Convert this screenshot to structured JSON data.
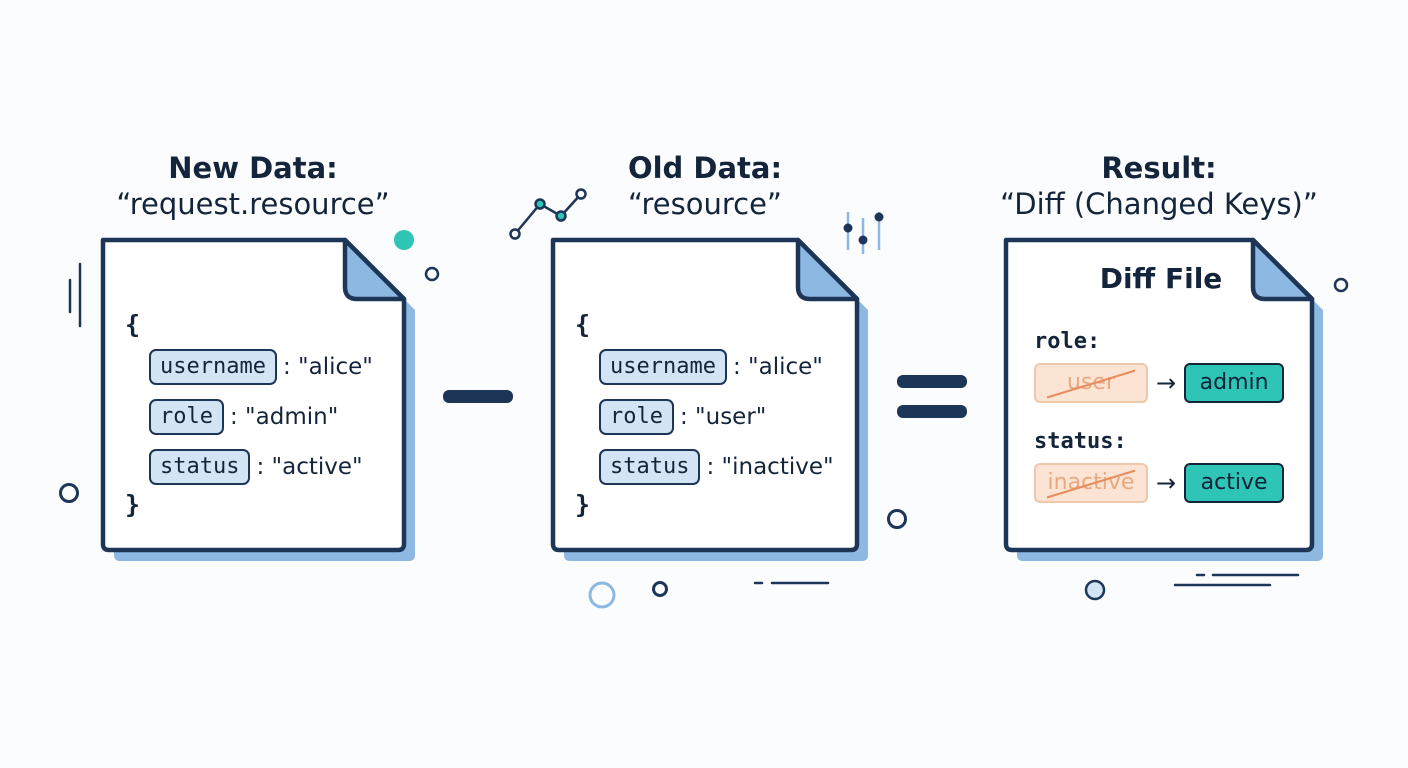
{
  "new_data": {
    "title": "New Data:",
    "subtitle": "“request.resource”",
    "open_brace": "{",
    "close_brace": "}",
    "fields": [
      {
        "key": "username",
        "value": ": \"alice\""
      },
      {
        "key": "role",
        "value": ": \"admin\""
      },
      {
        "key": "status",
        "value": ": \"active\""
      }
    ]
  },
  "old_data": {
    "title": "Old Data:",
    "subtitle": "“resource”",
    "open_brace": "{",
    "close_brace": "}",
    "fields": [
      {
        "key": "username",
        "value": ": \"alice\""
      },
      {
        "key": "role",
        "value": ": \"user\""
      },
      {
        "key": "status",
        "value": ": \"inactive\""
      }
    ]
  },
  "result": {
    "title": "Result:",
    "subtitle": "“Diff (Changed Keys)”",
    "diff_title": "Diff File",
    "changes": [
      {
        "key": "role:",
        "old": "user",
        "arrow": "→",
        "new": "admin"
      },
      {
        "key": "status:",
        "old": "inactive",
        "arrow": "→",
        "new": "active"
      }
    ]
  },
  "colors": {
    "navy": "#1d3557",
    "teal": "#2ec4b6",
    "light_blue": "#8db8e2",
    "key_fill": "#d3e5f5",
    "old_fill": "#fbe4d3"
  }
}
